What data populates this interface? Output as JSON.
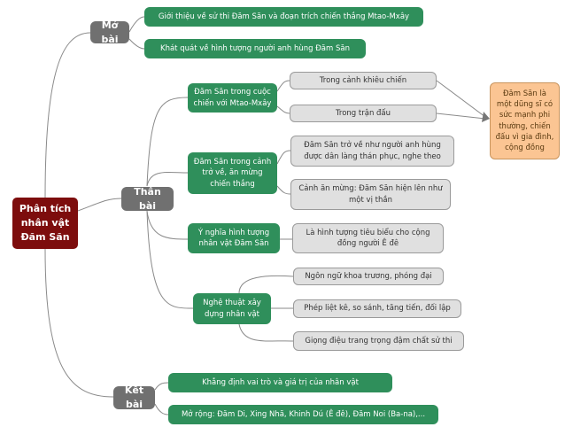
{
  "root": "Phân tích nhân vật Đăm Săn",
  "mo_bai": {
    "label": "Mở bài",
    "items": [
      "Giới thiệu về sử thi Đăm Săn và đoạn trích chiến thắng Mtao-Mxây",
      "Khát quát về hình tượng người anh hùng Đăm Săn"
    ]
  },
  "than_bai": {
    "label": "Thân bài",
    "b1": {
      "label": "Đăm Săn trong cuộc chiến với Mtao-Mxây",
      "items": [
        "Trong cảnh khiêu chiến",
        "Trong trận đấu"
      ]
    },
    "b2": {
      "label": "Đăm Săn trong cảnh trở về, ăn mừng chiến thắng",
      "items": [
        "Đăm Săn trở về như người anh hùng được dân làng thán phục, nghe theo",
        "Cảnh ăn mừng: Đăm Săn hiện lên như một vị thần"
      ]
    },
    "b3": {
      "label": "Ý nghĩa hình tượng nhân vật Đăm Săn",
      "items": [
        "Là hình tượng tiêu biểu cho cộng đồng người Ê đê"
      ]
    },
    "b4": {
      "label": "Nghệ thuật xây dựng nhân vật",
      "items": [
        "Ngôn ngữ khoa trương, phóng đại",
        "Phép liệt kê, so sánh, tăng tiến, đối lập",
        "Giọng điệu trang trọng đậm chất sử thi"
      ]
    },
    "summary": "Đăm Săn là một dũng sĩ có sức mạnh phi thường, chiến đấu vì gia đình, cộng đồng"
  },
  "ket_bai": {
    "label": "Kết bài",
    "items": [
      "Khẳng định vai trò và giá trị của nhân vật",
      "Mở rộng: Đăm Di, Xing Nhã, Khinh Dú (Ê đê), Đăm Noi (Ba-na),..."
    ]
  },
  "colors": {
    "root": "#7d0d0d",
    "section": "#707070",
    "green": "#2f8f5b",
    "gray": "#e0e0e0",
    "orange": "#fbc593"
  }
}
